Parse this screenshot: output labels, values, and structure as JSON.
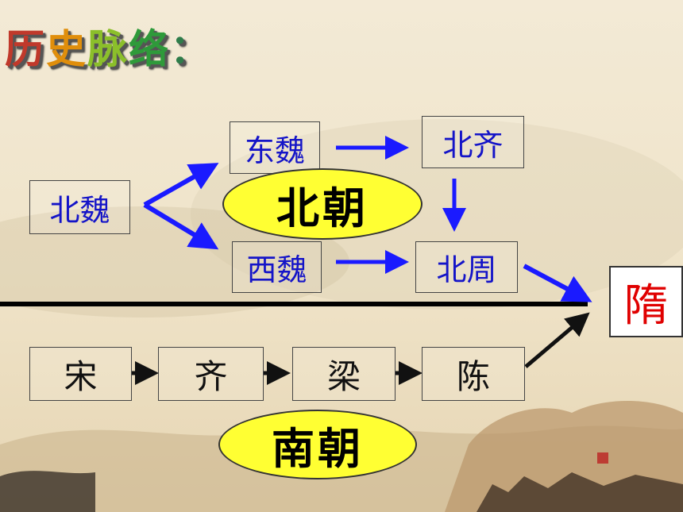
{
  "title": {
    "chars": [
      "历",
      "史",
      "脉",
      "络",
      "："
    ]
  },
  "north": {
    "bei_wei": "北魏",
    "dong_wei": "东魏",
    "xi_wei": "西魏",
    "bei_qi": "北齐",
    "bei_zhou": "北周",
    "label": "北朝"
  },
  "south": {
    "song": "宋",
    "qi": "齐",
    "liang": "梁",
    "chen": "陈",
    "label": "南朝"
  },
  "sui": "隋",
  "colors": {
    "north_text": "#1414c8",
    "arrow_blue": "#1a1aff",
    "oval_fill": "#ffff33",
    "sui_text": "#e00000"
  }
}
